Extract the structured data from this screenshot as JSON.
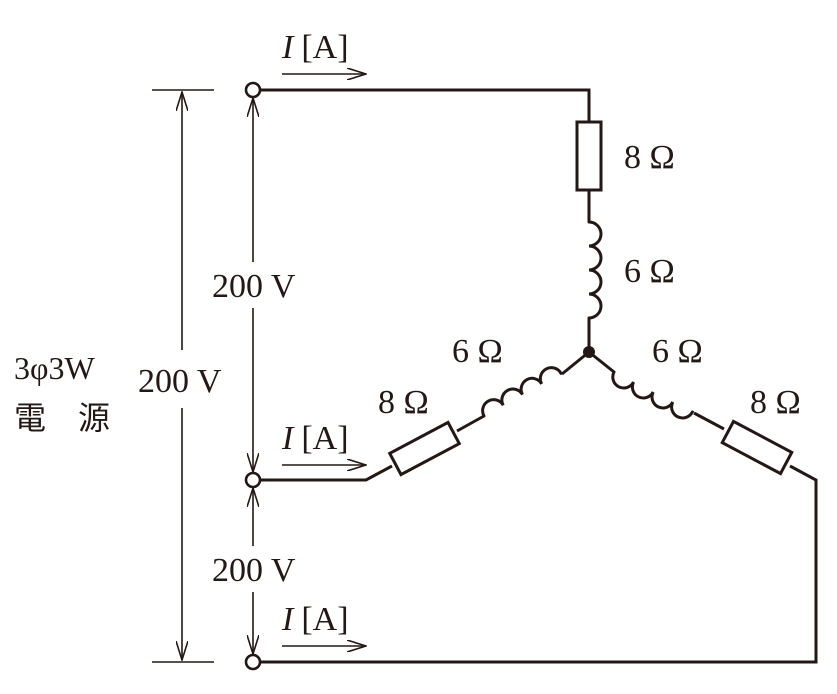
{
  "source": {
    "line1": "3φ3W",
    "line2": "電　源",
    "voltage": "200 V"
  },
  "voltages": {
    "upper": "200 V",
    "lower": "200 V"
  },
  "currents": {
    "top": {
      "symbol": "I",
      "unit": "[A]"
    },
    "middle": {
      "symbol": "I",
      "unit": "[A]"
    },
    "bottom": {
      "symbol": "I",
      "unit": "[A]"
    }
  },
  "impedances": {
    "top_resistor": "8 Ω",
    "top_reactor": "6 Ω",
    "left_reactor": "6 Ω",
    "left_resistor": "8 Ω",
    "right_reactor": "6 Ω",
    "right_resistor": "8 Ω"
  }
}
